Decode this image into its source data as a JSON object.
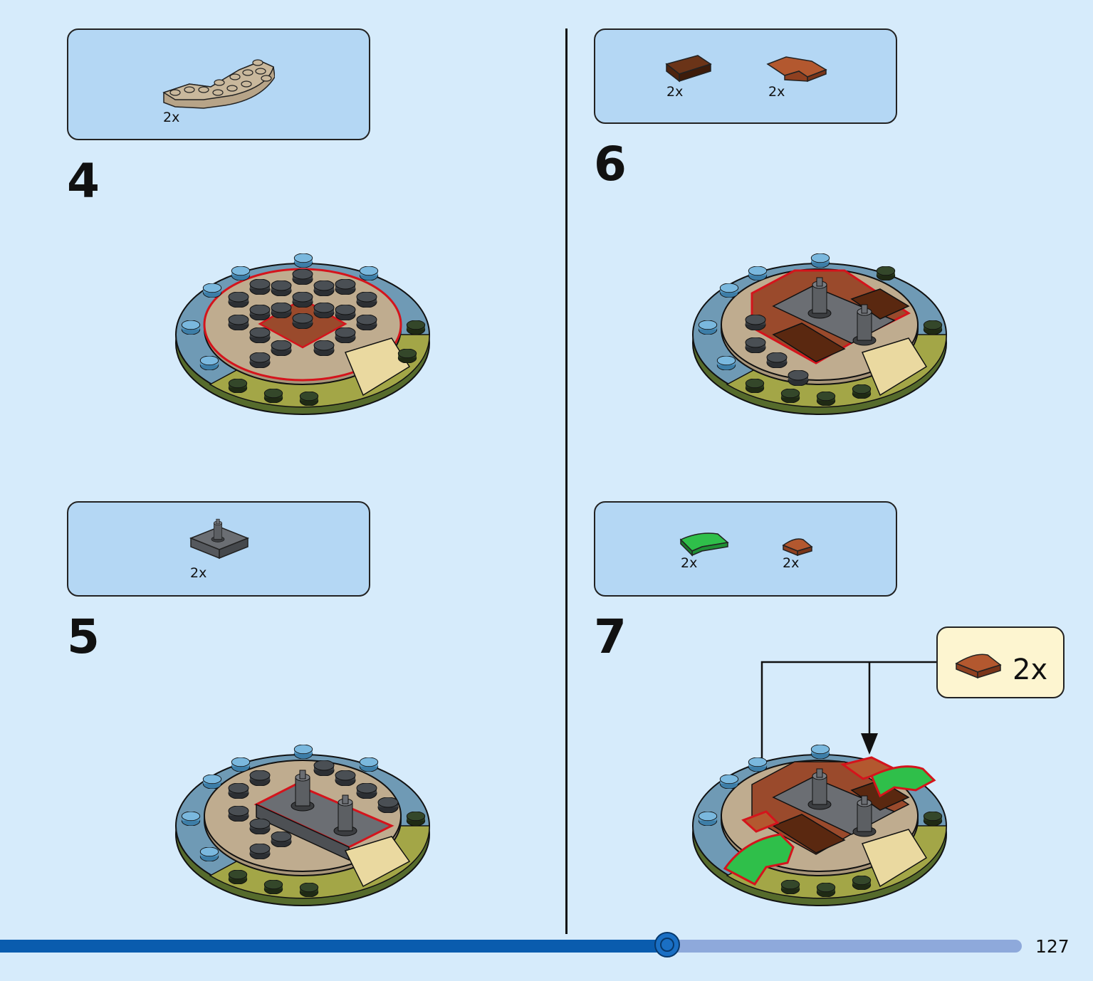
{
  "steps": [
    {
      "number": "4",
      "parts": [
        {
          "qty": "2x",
          "part": "tan-half-round-plate"
        }
      ]
    },
    {
      "number": "5",
      "parts": [
        {
          "qty": "2x",
          "part": "dark-gray-plate-with-pin"
        }
      ]
    },
    {
      "number": "6",
      "parts": [
        {
          "qty": "2x",
          "part": "dark-brown-tile"
        },
        {
          "qty": "2x",
          "part": "reddish-brown-corner-tile"
        }
      ]
    },
    {
      "number": "7",
      "parts": [
        {
          "qty": "2x",
          "part": "green-curved-tile"
        },
        {
          "qty": "2x",
          "part": "reddish-brown-quarter-round-tile"
        }
      ]
    }
  ],
  "callout": {
    "qty": "2x",
    "part": "reddish-brown-quarter-round-tile"
  },
  "progress": {
    "fraction": 0.653
  },
  "page_number": "127",
  "colors": {
    "background": "#d6ebfb",
    "parts_box": "#b4d7f4",
    "callout_box": "#fdf5d0",
    "highlight": "#d4141c",
    "progress_fill": "#0a5cae",
    "progress_track": "#8ea9db"
  }
}
